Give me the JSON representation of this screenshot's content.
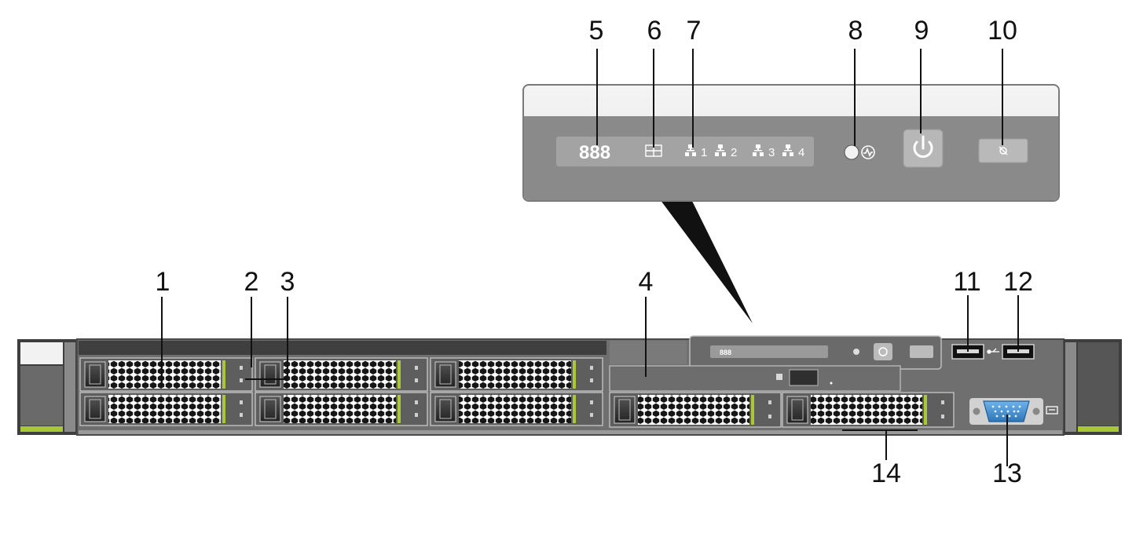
{
  "callouts": {
    "c1": "1",
    "c2": "2",
    "c3": "3",
    "c4": "4",
    "c5": "5",
    "c6": "6",
    "c7": "7",
    "c8": "8",
    "c9": "9",
    "c10": "10",
    "c11": "11",
    "c12": "12",
    "c13": "13",
    "c14": "14"
  },
  "panel": {
    "fault_display": "888",
    "nic_labels": [
      "1",
      "2",
      "3",
      "4"
    ]
  },
  "mini_panel": {
    "fault_display": "888"
  },
  "icons": {
    "health_indicator": "health-indicator-led",
    "power_button": "power-button-icon",
    "uid_button": "uid-button-icon",
    "usb_ports": "usb-port-icon",
    "vga_port": "vga-port-icon"
  },
  "colors": {
    "chassis": "#6f6f6f",
    "chassis_dark": "#3f3f3f",
    "panel_gray": "#8c8c8c",
    "drive_green": "#a8c834",
    "vga_blue": "#4c9ad8"
  }
}
